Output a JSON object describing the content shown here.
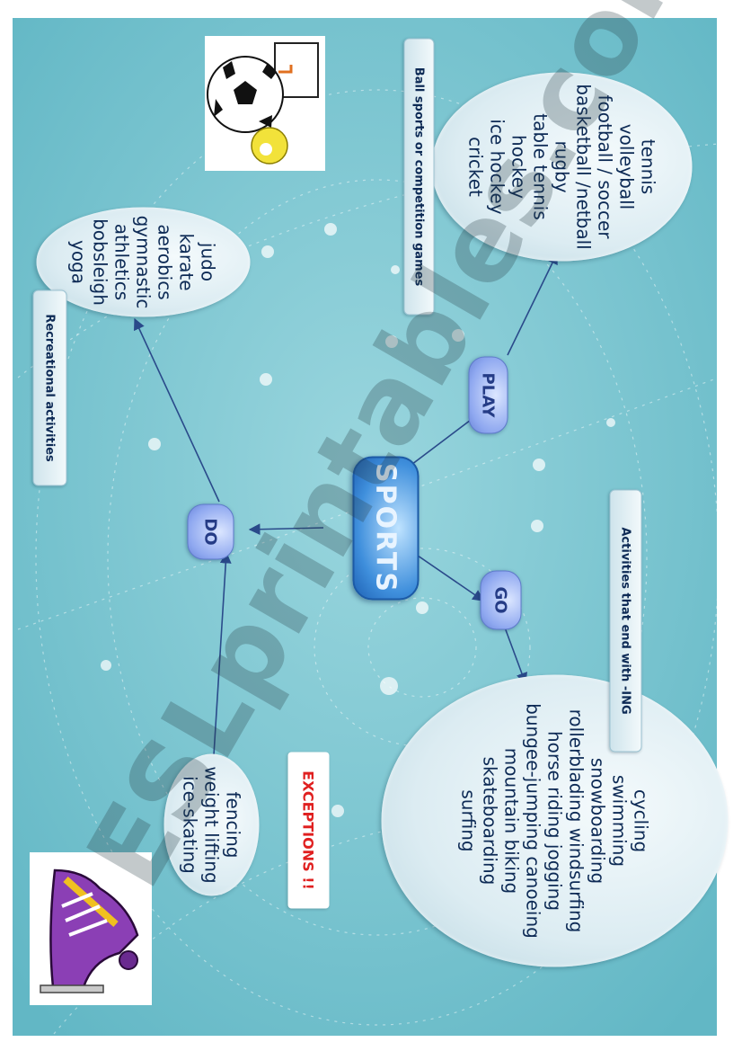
{
  "center": "SPORTS",
  "verbs": {
    "play": "PLAY",
    "go": "GO",
    "do": "DO"
  },
  "labels": {
    "ball": "Ball sports or competition games",
    "ing": "Activities that end with -ING",
    "recreational": "Recreational activities",
    "exceptions": "EXCEPTIONS !!"
  },
  "play_items": [
    "tennis",
    "volleyball",
    "football / soccer",
    "basketball /netball",
    "rugby",
    "table tennis",
    "hockey",
    "ice hockey",
    "cricket"
  ],
  "go_items": [
    "cycling",
    "swimming",
    "snowboarding",
    "rollerblading    windsurfing",
    "horse riding    jogging",
    "bungee-jumping   canoeing",
    "mountain biking",
    "skateboarding",
    "surfing"
  ],
  "do_items": [
    "judo",
    "karate",
    "aerobics",
    "gymnastic",
    "athletics",
    "bobsleigh",
    "yoga"
  ],
  "exception_items": [
    "fencing",
    "weight lifting",
    "ice-skating"
  ],
  "watermark": "ESLprintables.com",
  "colors": {
    "background": "#7cc6d2",
    "accent": "#1f62b5",
    "exception": "#e02020"
  }
}
